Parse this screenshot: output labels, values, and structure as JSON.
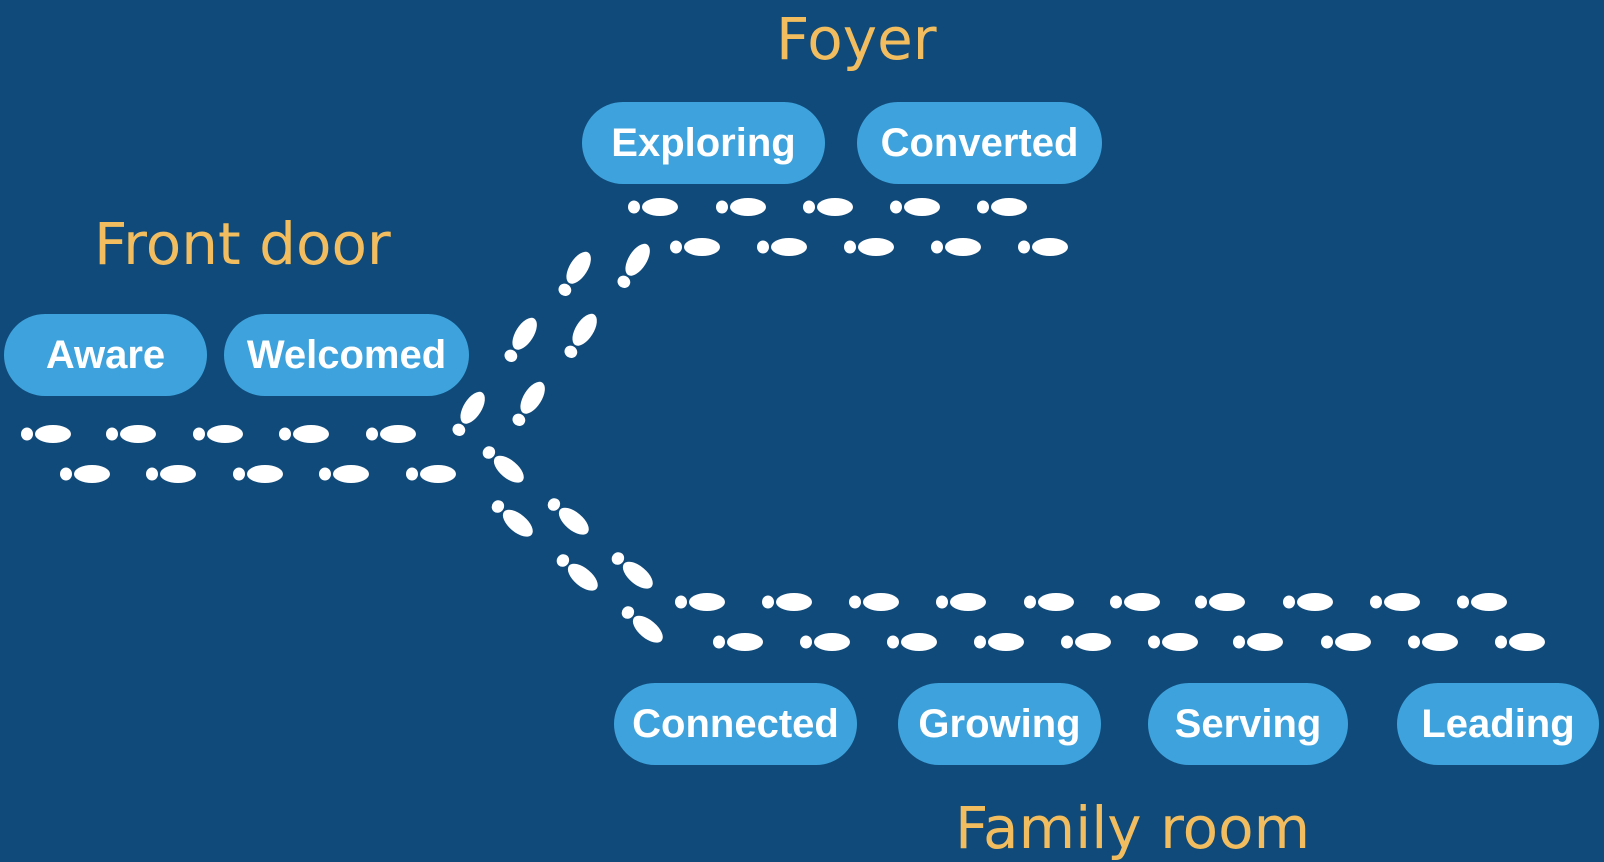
{
  "headings": {
    "foyer": "Foyer",
    "front_door": "Front door",
    "family_room": "Family room"
  },
  "stages": {
    "aware": "Aware",
    "welcomed": "Welcomed",
    "exploring": "Exploring",
    "converted": "Converted",
    "connected": "Connected",
    "growing": "Growing",
    "serving": "Serving",
    "leading": "Leading"
  },
  "colors": {
    "background": "#0f4a7a",
    "heading": "#f2bd5e",
    "pill": "#3ea3dc",
    "pill_text": "#ffffff",
    "footprint": "#ffffff"
  },
  "icons": {
    "footprint": "footprint-icon"
  }
}
